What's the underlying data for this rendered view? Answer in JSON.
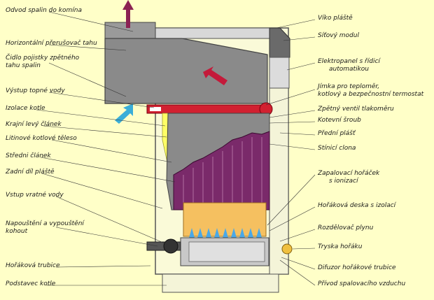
{
  "labels_left": [
    "Odvod spalin do komína",
    "Horizontální přerušovač tahu",
    "Čidlo pojistky zpětného",
    "tahu spalin",
    "Výstup topné vody",
    "Izolace kotle",
    "Krajní levý článek",
    "Litinové kotlové těleso",
    "Středni článek",
    "Zadní díl pláště",
    "Vstup vratné vody",
    "Napouštění a vypouštění",
    "kohout",
    "Hořáková trubice",
    "Podstavec kotle"
  ],
  "labels_right": [
    "Víko pláště",
    "Síťový modul",
    "Elektropanel s řídicí",
    "automatikou",
    "Jímka pro teploměr,",
    "kotlový a bezpečnostní termostat",
    "Zpětný ventil tlakoměru",
    "Kotevní šroub",
    "Přední plášť",
    "Stínicí clona",
    "Zapalovací hořáček",
    "s ionizací",
    "Hořáková deska s izolací",
    "Rozdělovač plynu",
    "Tryska hořáku",
    "Difuzor hořákové trubice",
    "Přívod spalovacího vzduchu"
  ],
  "colors": {
    "background": "#ffffc8",
    "gray_body": "#8a8a8a",
    "gray_dark": "#6a6a6a",
    "flue_arrow": "#8b2252",
    "hot_pipe": "#d22030",
    "cold_arrow": "#3aaed8",
    "cast_iron": "#7a2a6a",
    "burner_glow": "#f5c060",
    "flame": "#4aa8e8",
    "jacket": "#fafad8",
    "insulation": "#ffff66"
  }
}
